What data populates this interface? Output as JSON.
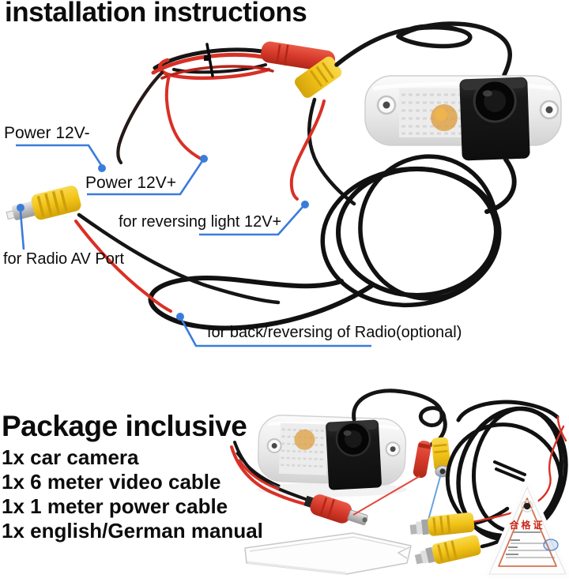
{
  "installation": {
    "title": "installation instructions",
    "labels": {
      "power_neg": "Power 12V-",
      "power_pos": "Power 12V+",
      "reversing_light": "for reversing light 12V+",
      "radio_av": "for Radio AV Port",
      "back_reversing": "for back/reversing of Radio(optional)"
    }
  },
  "package": {
    "title": "Package inclusive",
    "items": [
      "1x car camera",
      "1x 6 meter video cable",
      "1x 1 meter power cable",
      "1x english/German manual"
    ]
  },
  "certificate": {
    "label": "合格证"
  },
  "colors": {
    "leader_blue": "#3b7cdb",
    "wire_red": "#d93025",
    "wire_black": "#151515",
    "rca_yellow": "#f2c418",
    "connector_red": "#d63a2c",
    "certificate_red": "#cc2a1e"
  }
}
